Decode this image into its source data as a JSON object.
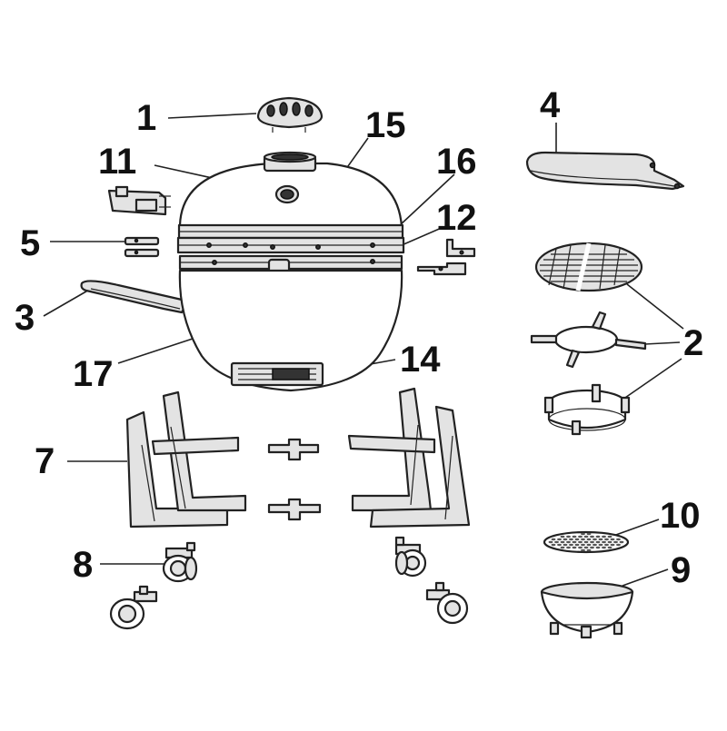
{
  "diagram": {
    "callouts": [
      {
        "id": "c1",
        "text": "1"
      },
      {
        "id": "c2",
        "text": "2"
      },
      {
        "id": "c3",
        "text": "3"
      },
      {
        "id": "c4",
        "text": "4"
      },
      {
        "id": "c5",
        "text": "5"
      },
      {
        "id": "c7",
        "text": "7"
      },
      {
        "id": "c8",
        "text": "8"
      },
      {
        "id": "c9",
        "text": "9"
      },
      {
        "id": "c10",
        "text": "10"
      },
      {
        "id": "c11",
        "text": "11"
      },
      {
        "id": "c12",
        "text": "12"
      },
      {
        "id": "c14",
        "text": "14"
      },
      {
        "id": "c15",
        "text": "15"
      },
      {
        "id": "c16",
        "text": "16"
      },
      {
        "id": "c17",
        "text": "17"
      }
    ]
  }
}
